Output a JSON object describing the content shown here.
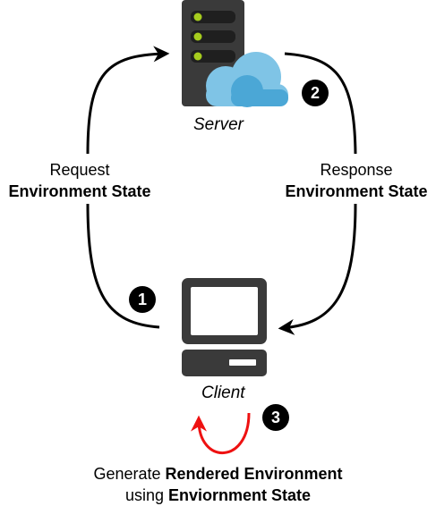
{
  "nodes": {
    "server": {
      "label": "Server"
    },
    "client": {
      "label": "Client"
    }
  },
  "edges": {
    "request": {
      "line1": "Request",
      "line2": "Environment State",
      "step": "1"
    },
    "response": {
      "line1": "Response",
      "line2": "Environment State",
      "step": "2"
    },
    "render": {
      "prefix": "Generate ",
      "bold1": "Rendered Environment",
      "middle": "using ",
      "bold2": "Enviornment State",
      "step": "3"
    }
  },
  "colors": {
    "server_body": "#3a3a3a",
    "server_slot": "#1f1f1f",
    "server_led": "#a6cc1e",
    "cloud_light": "#7fc4e6",
    "cloud_dark": "#4ba7d6",
    "client_dark": "#3a3a3a",
    "arrow": "#000000",
    "render_arrow": "#ee1111",
    "badge": "#000000"
  }
}
